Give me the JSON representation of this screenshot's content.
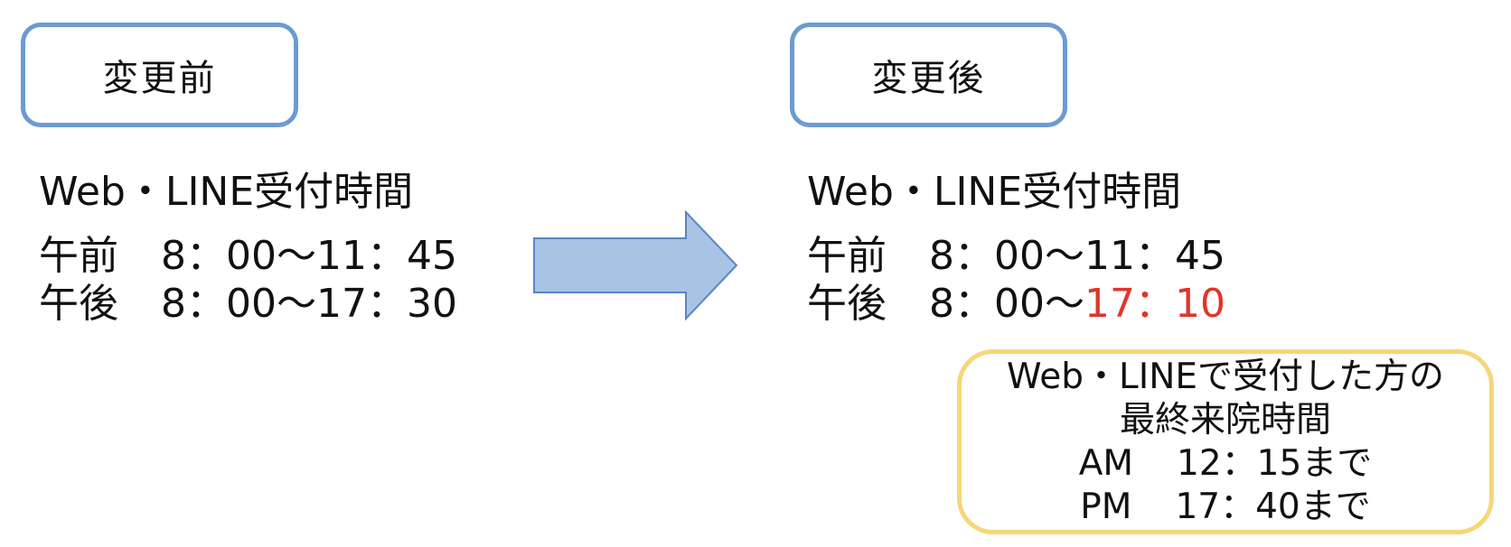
{
  "before": {
    "label": "変更前",
    "heading": "Web・LINE受付時間",
    "morning": {
      "period": "午前",
      "time": "8：00〜11：45"
    },
    "afternoon": {
      "period": "午後",
      "time": "8：00〜17：30"
    }
  },
  "after": {
    "label": "変更後",
    "heading": "Web・LINE受付時間",
    "morning": {
      "period": "午前",
      "time": "8：00〜11：45"
    },
    "afternoon": {
      "period": "午後",
      "time_start": "8：00〜",
      "time_end_changed": "17：10"
    }
  },
  "note": {
    "line1": "Web・LINEで受付した方の",
    "line2": "最終来院時間",
    "am": {
      "label": "AM",
      "time": "12：15まで"
    },
    "pm": {
      "label": "PM",
      "time": "17：40まで"
    }
  },
  "colors": {
    "label_border": "#6b9bd1",
    "arrow_fill": "#a8c3e3",
    "arrow_stroke": "#5b85c4",
    "highlight_text": "#e0352b",
    "note_border": "#f5d77a"
  },
  "icons": {
    "arrow": "right-arrow-icon"
  }
}
